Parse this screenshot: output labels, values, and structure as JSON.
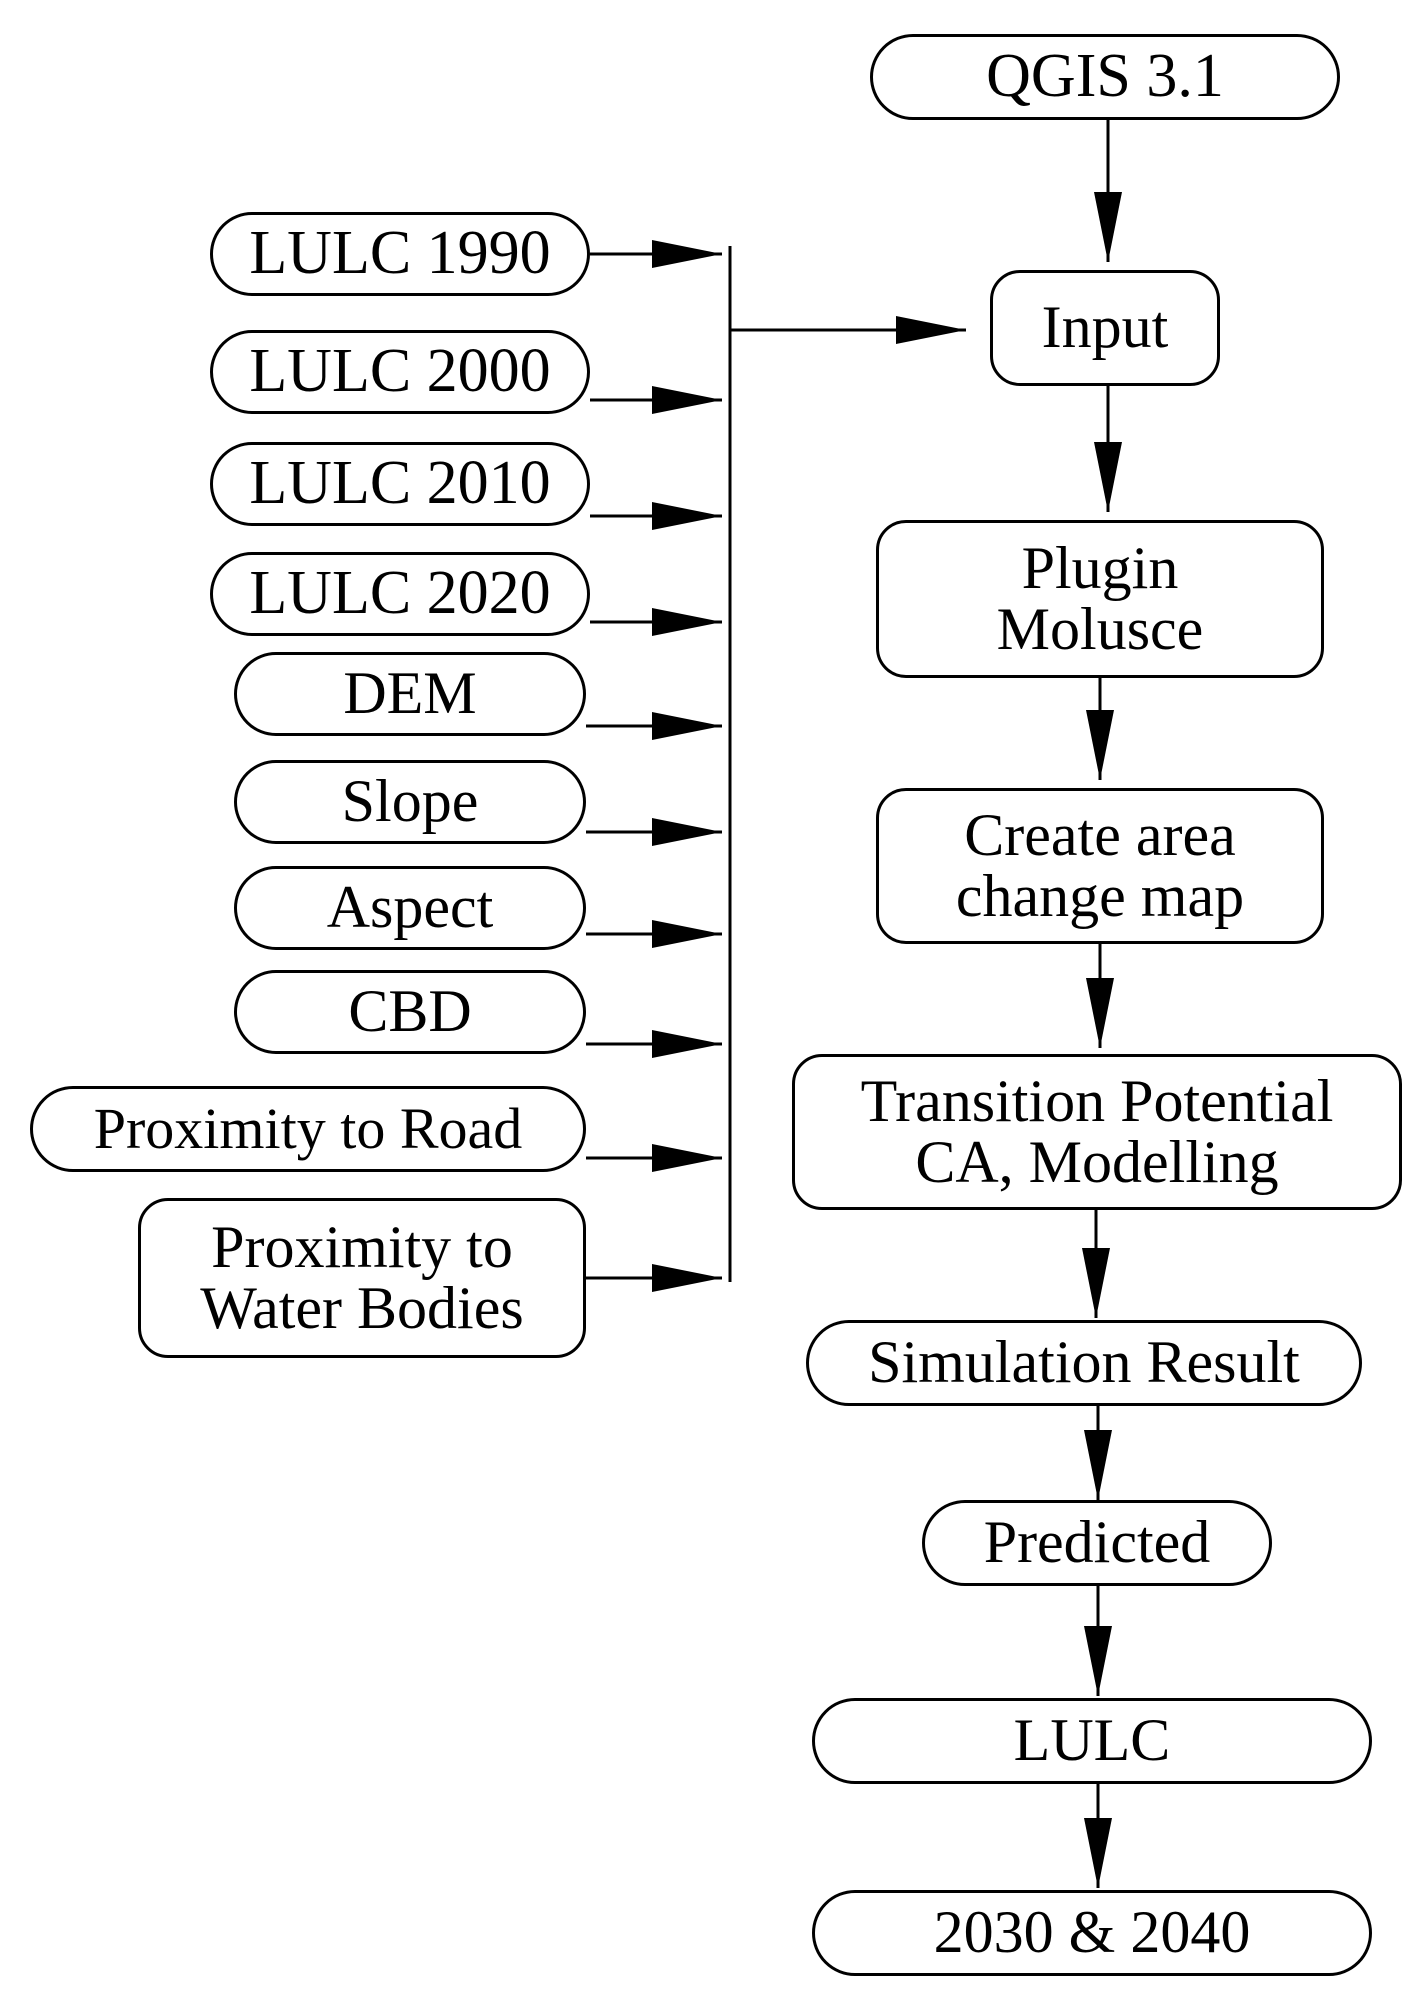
{
  "inputs": [
    {
      "label": "LULC 1990"
    },
    {
      "label": "LULC 2000"
    },
    {
      "label": "LULC 2010"
    },
    {
      "label": "LULC 2020"
    },
    {
      "label": "DEM"
    },
    {
      "label": "Slope"
    },
    {
      "label": "Aspect"
    },
    {
      "label": "CBD"
    },
    {
      "label": "Proximity to Road"
    },
    {
      "line1": "Proximity to",
      "line2": "Water Bodies"
    }
  ],
  "steps": [
    {
      "label": "QGIS  3.1"
    },
    {
      "label": "Input"
    },
    {
      "line1": "Plugin",
      "line2": "Molusce"
    },
    {
      "line1": "Create area",
      "line2": "change map"
    },
    {
      "line1": "Transition Potential",
      "line2": "CA, Modelling"
    },
    {
      "label": "Simulation Result"
    },
    {
      "label": "Predicted"
    },
    {
      "label": "LULC"
    },
    {
      "label": "2030  &  2040"
    }
  ]
}
